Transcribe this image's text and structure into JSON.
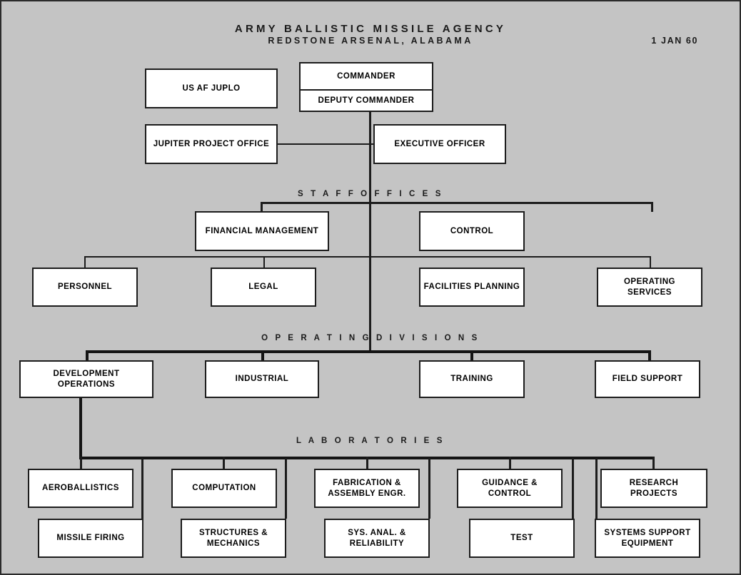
{
  "header": {
    "agency": "ARMY  BALLISTIC  MISSILE  AGENCY",
    "location": "REDSTONE  ARSENAL,  ALABAMA",
    "date": "1  JAN  60"
  },
  "bands": {
    "staff_offices": "S T A F F   O F F I C E S",
    "operating_divisions": "O P E R A T I N G   D I V I S I O N S",
    "laboratories": "L A B O R A T O R I E S"
  },
  "command": {
    "commander": "COMMANDER",
    "deputy_commander": "DEPUTY COMMANDER",
    "us_af_juplo": "US AF JUPLO",
    "jupiter_project_office": "JUPITER PROJECT OFFICE",
    "executive_officer": "EXECUTIVE OFFICER"
  },
  "staff_offices": {
    "row1": [
      {
        "label": "FINANCIAL MANAGEMENT"
      },
      {
        "label": "CONTROL"
      }
    ],
    "row2": [
      {
        "label": "PERSONNEL"
      },
      {
        "label": "LEGAL"
      },
      {
        "label": "FACILITIES PLANNING"
      },
      {
        "label": "OPERATING SERVICES"
      }
    ]
  },
  "operating_divisions": [
    {
      "label": "DEVELOPMENT OPERATIONS"
    },
    {
      "label": "INDUSTRIAL"
    },
    {
      "label": "TRAINING"
    },
    {
      "label": "FIELD SUPPORT"
    }
  ],
  "laboratories": {
    "row1": [
      {
        "label": "AEROBALLISTICS"
      },
      {
        "label": "COMPUTATION"
      },
      {
        "label": "FABRICATION &\nASSEMBLY ENGR."
      },
      {
        "label": "GUIDANCE & CONTROL"
      },
      {
        "label": "RESEARCH PROJECTS"
      }
    ],
    "row2": [
      {
        "label": "MISSILE FIRING"
      },
      {
        "label": "STRUCTURES &\nMECHANICS"
      },
      {
        "label": "SYS. ANAL. &\nRELIABILITY"
      },
      {
        "label": "TEST"
      },
      {
        "label": "SYSTEMS SUPPORT\nEQUIPMENT"
      }
    ]
  },
  "colors": {
    "background": "#c4c4c4",
    "box_fill": "#ffffff",
    "ink": "#1c1c1c"
  }
}
